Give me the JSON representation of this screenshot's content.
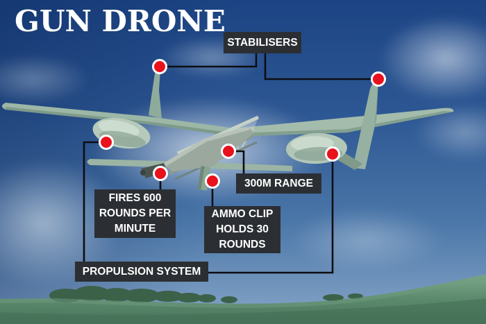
{
  "title": "GUN DRONE",
  "callouts": {
    "stabilisers": {
      "label": "STABILISERS"
    },
    "range": {
      "label": "300M RANGE"
    },
    "fire_rate": {
      "label": "FIRES 600 ROUNDS PER MINUTE"
    },
    "ammo_clip": {
      "label": "AMMO CLIP HOLDS 30 ROUNDS"
    },
    "propulsion": {
      "label": "PROPULSION SYSTEM"
    }
  },
  "markers": [
    {
      "name": "stabiliser-left-marker"
    },
    {
      "name": "stabiliser-right-marker"
    },
    {
      "name": "propulsion-left-engine-marker"
    },
    {
      "name": "propulsion-right-engine-marker"
    },
    {
      "name": "gun-marker"
    },
    {
      "name": "range-marker"
    },
    {
      "name": "ammo-clip-marker"
    }
  ],
  "colors": {
    "label_background": "#2b2f33",
    "label_text": "#ffffff",
    "marker_red": "#e8111c",
    "marker_ring": "#ffffff",
    "connector_line": "#0d0e13",
    "title_text": "#ffffff"
  }
}
